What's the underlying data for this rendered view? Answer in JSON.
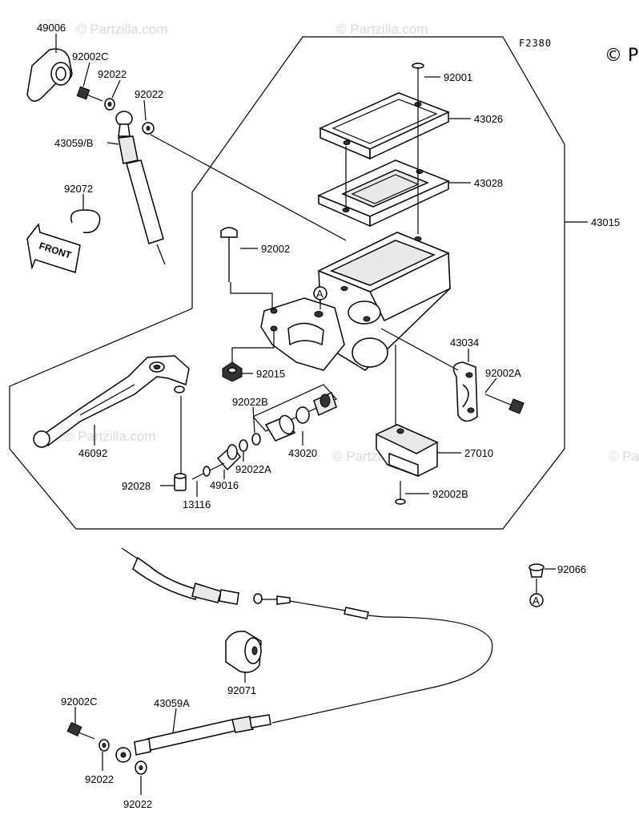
{
  "ref_code": "F2380",
  "copyright": "© P",
  "watermark": "© Partzilla.com",
  "front_label": "FRONT",
  "ref_marker": "A",
  "labels": {
    "p49006": "49006",
    "p92002c_top": "92002C",
    "p92022_top1": "92022",
    "p92022_top2": "92022",
    "p43059b": "43059/B",
    "p92072": "92072",
    "p92001": "92001",
    "p43026": "43026",
    "p43028": "43028",
    "p43015": "43015",
    "p92002": "92002",
    "p92015": "92015",
    "p43034": "43034",
    "p92002a": "92002A",
    "p92022b": "92022B",
    "p43020": "43020",
    "p46092": "46092",
    "p92022a": "92022A",
    "p27010": "27010",
    "p92028": "92028",
    "p49016": "49016",
    "p13116": "13116",
    "p92002b": "92002B",
    "p92066": "92066",
    "p92071": "92071",
    "p92002c_bot": "92002C",
    "p43059a": "43059A",
    "p92022_bot1": "92022",
    "p92022_bot2": "92022"
  }
}
